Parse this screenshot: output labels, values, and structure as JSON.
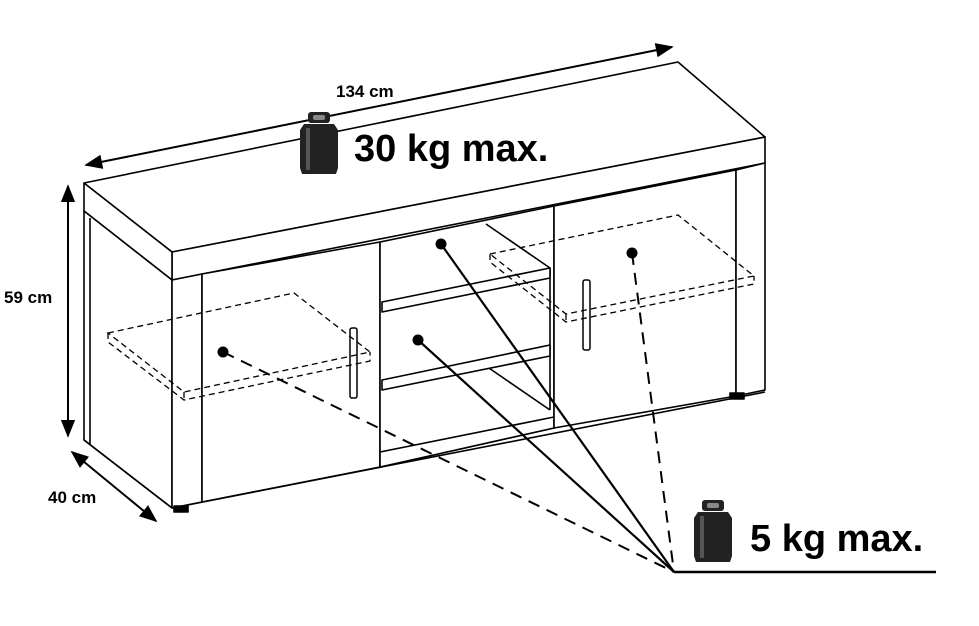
{
  "dimensions": {
    "width": "134 cm",
    "height": "59 cm",
    "depth": "40 cm"
  },
  "loads": {
    "top": "30 kg max.",
    "shelf": "5 kg max."
  },
  "icons": {
    "top_weight": "weight-icon",
    "shelf_weight": "weight-icon"
  },
  "colors": {
    "line": "#000000",
    "weight": "#222222",
    "background": "#ffffff"
  }
}
